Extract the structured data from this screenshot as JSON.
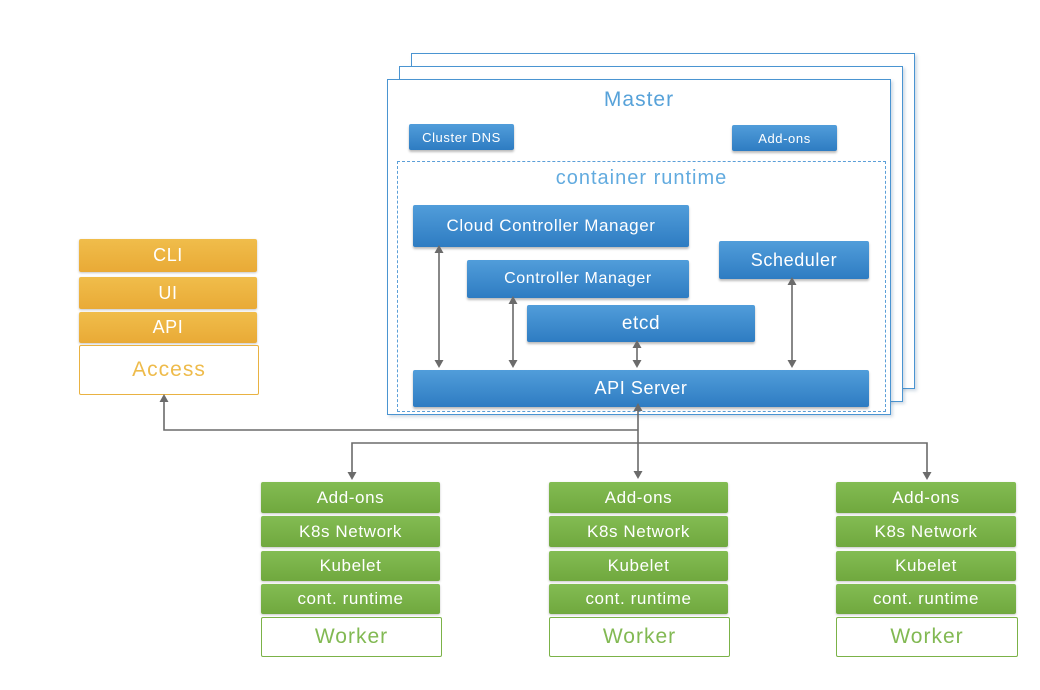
{
  "colors": {
    "blue": "#3787c9",
    "blue_title": "#57a2d9",
    "container_runtime_title": "#62abdf",
    "amber": "#ecb23f",
    "green": "#77b044",
    "wire_gray": "#6b6b6b"
  },
  "master": {
    "title": "Master",
    "cluster_dns": "Cluster DNS",
    "addons": "Add-ons",
    "container_runtime": {
      "title": "container runtime",
      "cloud_controller_manager": "Cloud Controller Manager",
      "controller_manager": "Controller Manager",
      "scheduler": "Scheduler",
      "etcd": "etcd",
      "api_server": "API Server"
    }
  },
  "access": {
    "items": [
      "CLI",
      "UI",
      "API"
    ],
    "label": "Access"
  },
  "workers": [
    {
      "items": [
        "Add-ons",
        "K8s Network",
        "Kubelet",
        "cont. runtime"
      ],
      "label": "Worker"
    },
    {
      "items": [
        "Add-ons",
        "K8s Network",
        "Kubelet",
        "cont. runtime"
      ],
      "label": "Worker"
    },
    {
      "items": [
        "Add-ons",
        "K8s Network",
        "Kubelet",
        "cont. runtime"
      ],
      "label": "Worker"
    }
  ]
}
